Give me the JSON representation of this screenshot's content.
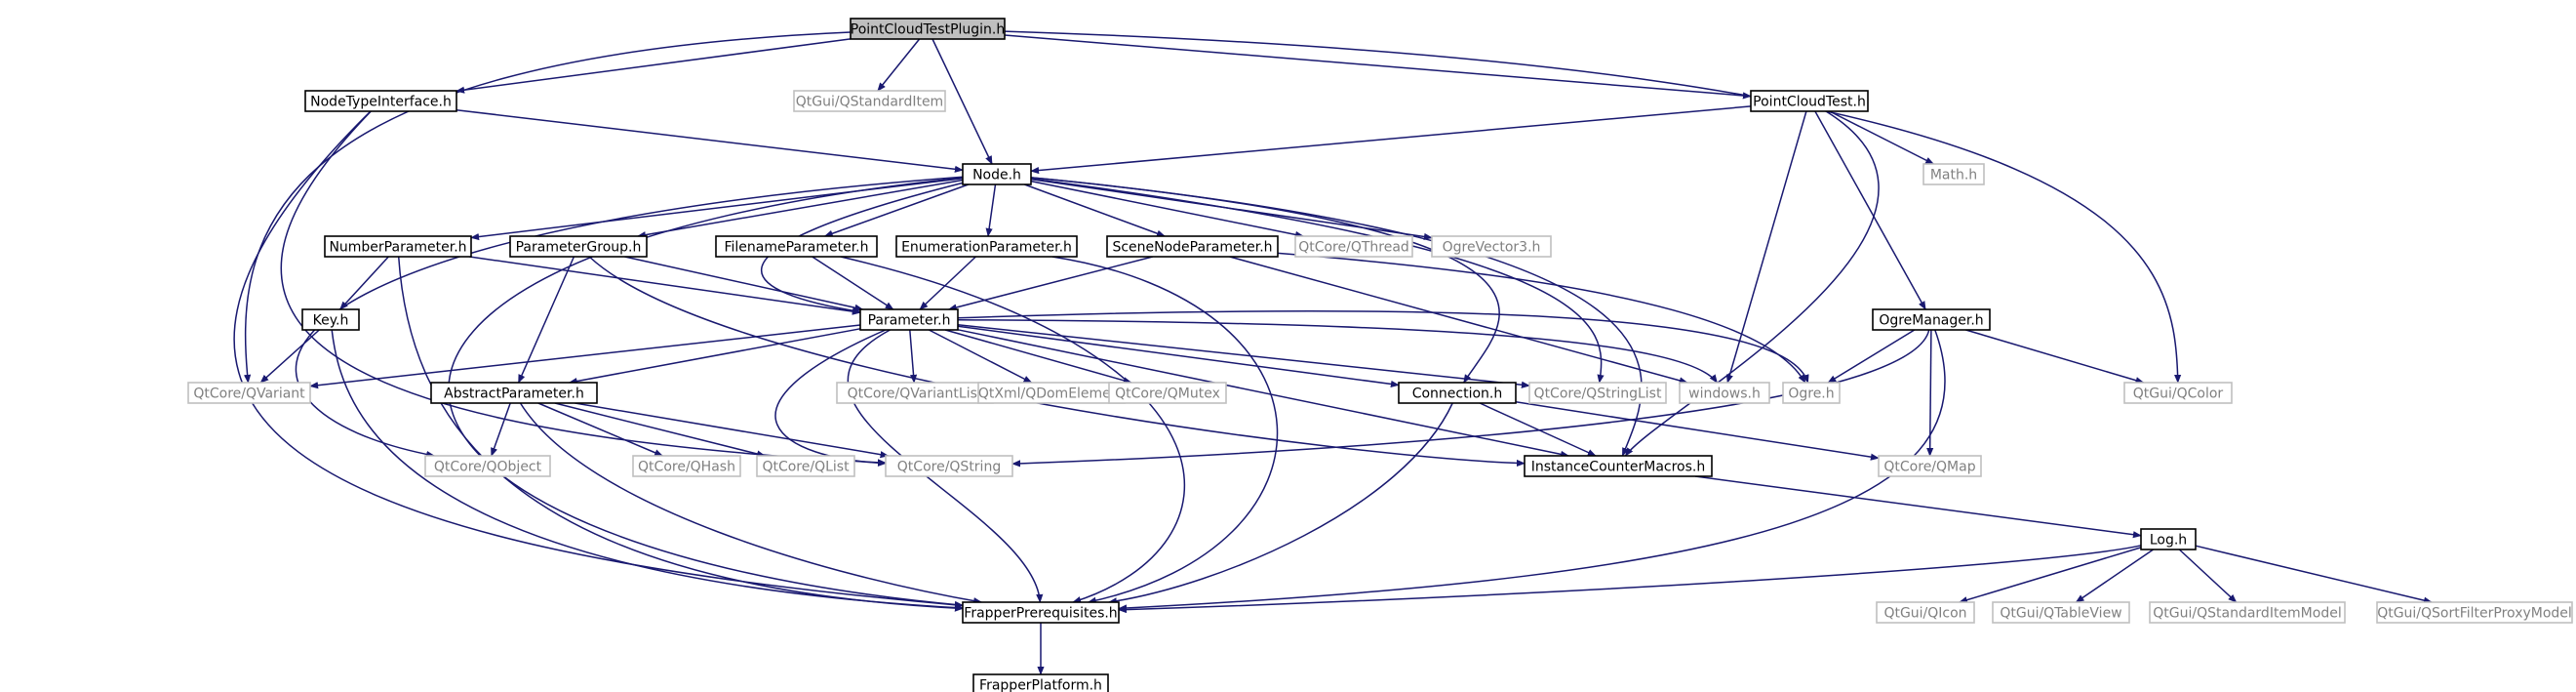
{
  "diagram": {
    "type": "include-dependency-graph",
    "colors": {
      "edge": "#191970",
      "root_fill": "#bfbfbf",
      "internal_border": "#000000",
      "external_border": "#bfbfbf",
      "external_text": "#808080",
      "internal_text": "#000000"
    },
    "nodes": [
      {
        "id": "root",
        "label": "PointCloudTestPlugin.h",
        "kind": "root"
      },
      {
        "id": "nti",
        "label": "NodeTypeInterface.h",
        "kind": "internal"
      },
      {
        "id": "qsi",
        "label": "QtGui/QStandardItem",
        "kind": "external"
      },
      {
        "id": "pct",
        "label": "PointCloudTest.h",
        "kind": "internal"
      },
      {
        "id": "node",
        "label": "Node.h",
        "kind": "internal"
      },
      {
        "id": "math",
        "label": "Math.h",
        "kind": "external"
      },
      {
        "id": "nump",
        "label": "NumberParameter.h",
        "kind": "internal"
      },
      {
        "id": "pgrp",
        "label": "ParameterGroup.h",
        "kind": "internal"
      },
      {
        "id": "fnp",
        "label": "FilenameParameter.h",
        "kind": "internal"
      },
      {
        "id": "enp",
        "label": "EnumerationParameter.h",
        "kind": "internal"
      },
      {
        "id": "snp",
        "label": "SceneNodeParameter.h",
        "kind": "internal"
      },
      {
        "id": "qthr",
        "label": "QtCore/QThread",
        "kind": "external"
      },
      {
        "id": "ov3",
        "label": "OgreVector3.h",
        "kind": "external"
      },
      {
        "id": "key",
        "label": "Key.h",
        "kind": "internal"
      },
      {
        "id": "param",
        "label": "Parameter.h",
        "kind": "internal"
      },
      {
        "id": "ogm",
        "label": "OgreManager.h",
        "kind": "internal"
      },
      {
        "id": "qvar",
        "label": "QtCore/QVariant",
        "kind": "external"
      },
      {
        "id": "abs",
        "label": "AbstractParameter.h",
        "kind": "internal"
      },
      {
        "id": "qvl",
        "label": "QtCore/QVariantList",
        "kind": "external"
      },
      {
        "id": "qde",
        "label": "QtXml/QDomElement",
        "kind": "external"
      },
      {
        "id": "qmtx",
        "label": "QtCore/QMutex",
        "kind": "external"
      },
      {
        "id": "conn",
        "label": "Connection.h",
        "kind": "internal"
      },
      {
        "id": "qsl",
        "label": "QtCore/QStringList",
        "kind": "external"
      },
      {
        "id": "win",
        "label": "windows.h",
        "kind": "external"
      },
      {
        "id": "ogre",
        "label": "Ogre.h",
        "kind": "external"
      },
      {
        "id": "qcol",
        "label": "QtGui/QColor",
        "kind": "external"
      },
      {
        "id": "qobj",
        "label": "QtCore/QObject",
        "kind": "external"
      },
      {
        "id": "qhash",
        "label": "QtCore/QHash",
        "kind": "external"
      },
      {
        "id": "qlist",
        "label": "QtCore/QList",
        "kind": "external"
      },
      {
        "id": "qstr",
        "label": "QtCore/QString",
        "kind": "external"
      },
      {
        "id": "icm",
        "label": "InstanceCounterMacros.h",
        "kind": "internal"
      },
      {
        "id": "qmap",
        "label": "QtCore/QMap",
        "kind": "external"
      },
      {
        "id": "log",
        "label": "Log.h",
        "kind": "internal"
      },
      {
        "id": "fpre",
        "label": "FrapperPrerequisites.h",
        "kind": "internal"
      },
      {
        "id": "qicon",
        "label": "QtGui/QIcon",
        "kind": "external"
      },
      {
        "id": "qtv",
        "label": "QtGui/QTableView",
        "kind": "external"
      },
      {
        "id": "qsim",
        "label": "QtGui/QStandardItemModel",
        "kind": "external"
      },
      {
        "id": "qsfpm",
        "label": "QtGui/QSortFilterProxyModel",
        "kind": "external"
      },
      {
        "id": "fplat",
        "label": "FrapperPlatform.h",
        "kind": "internal"
      }
    ],
    "edges": [
      [
        "root",
        "nti"
      ],
      [
        "root",
        "qsi"
      ],
      [
        "root",
        "node"
      ],
      [
        "root",
        "pct"
      ],
      [
        "root",
        "qvar"
      ],
      [
        "root",
        "qcol"
      ],
      [
        "nti",
        "node"
      ],
      [
        "nti",
        "fpre"
      ],
      [
        "nti",
        "qstr"
      ],
      [
        "pct",
        "node"
      ],
      [
        "pct",
        "math"
      ],
      [
        "pct",
        "ogm"
      ],
      [
        "pct",
        "win"
      ],
      [
        "pct",
        "icm"
      ],
      [
        "node",
        "nump"
      ],
      [
        "node",
        "pgrp"
      ],
      [
        "node",
        "fnp"
      ],
      [
        "node",
        "enp"
      ],
      [
        "node",
        "snp"
      ],
      [
        "node",
        "qthr"
      ],
      [
        "node",
        "ov3"
      ],
      [
        "node",
        "param"
      ],
      [
        "node",
        "conn"
      ],
      [
        "node",
        "qsl"
      ],
      [
        "node",
        "icm"
      ],
      [
        "node",
        "qobj"
      ],
      [
        "node",
        "fpre"
      ],
      [
        "nump",
        "key"
      ],
      [
        "nump",
        "param"
      ],
      [
        "nump",
        "fpre"
      ],
      [
        "pgrp",
        "abs"
      ],
      [
        "pgrp",
        "param"
      ],
      [
        "pgrp",
        "icm"
      ],
      [
        "fnp",
        "param"
      ],
      [
        "fnp",
        "fpre"
      ],
      [
        "enp",
        "param"
      ],
      [
        "enp",
        "fpre"
      ],
      [
        "snp",
        "param"
      ],
      [
        "snp",
        "ogre"
      ],
      [
        "snp",
        "win"
      ],
      [
        "key",
        "qvar"
      ],
      [
        "key",
        "fpre"
      ],
      [
        "param",
        "qvar"
      ],
      [
        "param",
        "abs"
      ],
      [
        "param",
        "qvl"
      ],
      [
        "param",
        "qde"
      ],
      [
        "param",
        "qmtx"
      ],
      [
        "param",
        "conn"
      ],
      [
        "param",
        "qsl"
      ],
      [
        "param",
        "win"
      ],
      [
        "param",
        "ogre"
      ],
      [
        "param",
        "qstr"
      ],
      [
        "param",
        "fpre"
      ],
      [
        "param",
        "icm"
      ],
      [
        "abs",
        "qobj"
      ],
      [
        "abs",
        "qhash"
      ],
      [
        "abs",
        "qlist"
      ],
      [
        "abs",
        "qstr"
      ],
      [
        "abs",
        "fpre"
      ],
      [
        "conn",
        "icm"
      ],
      [
        "conn",
        "qmap"
      ],
      [
        "conn",
        "fpre"
      ],
      [
        "ogm",
        "ogre"
      ],
      [
        "ogm",
        "qcol"
      ],
      [
        "ogm",
        "qmap"
      ],
      [
        "ogm",
        "qstr"
      ],
      [
        "ogm",
        "fpre"
      ],
      [
        "icm",
        "log"
      ],
      [
        "log",
        "fpre"
      ],
      [
        "log",
        "qicon"
      ],
      [
        "log",
        "qtv"
      ],
      [
        "log",
        "qsim"
      ],
      [
        "log",
        "qsfpm"
      ],
      [
        "fpre",
        "fplat"
      ]
    ]
  }
}
